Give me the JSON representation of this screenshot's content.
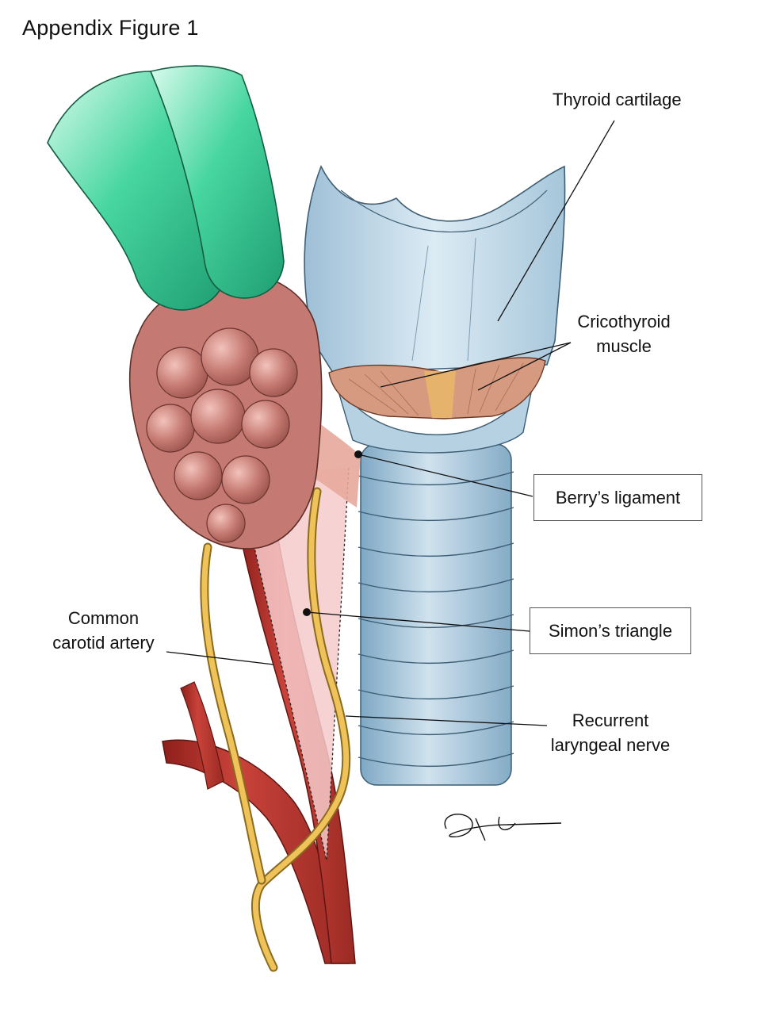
{
  "figure": {
    "title": "Appendix Figure 1"
  },
  "labels": {
    "thyroid_cartilage": "Thyroid cartilage",
    "cricothyroid_line1": "Cricothyroid",
    "cricothyroid_line2": "muscle",
    "berrys_ligament": "Berry’s ligament",
    "simons_triangle": "Simon’s triangle",
    "carotid_line1": "Common",
    "carotid_line2": "carotid artery",
    "recurrent_line1": "Recurrent",
    "recurrent_line2": "laryngeal nerve"
  },
  "colors": {
    "retractor": "#3fcf9a",
    "thyroid_gland": "#c47a72",
    "cartilage": "#b9d3e2",
    "trachea": "#9cbfd6",
    "muscle": "#d59a7f",
    "artery": "#b8342c",
    "nerve": "#efc35a",
    "triangle": "#f6caca"
  }
}
